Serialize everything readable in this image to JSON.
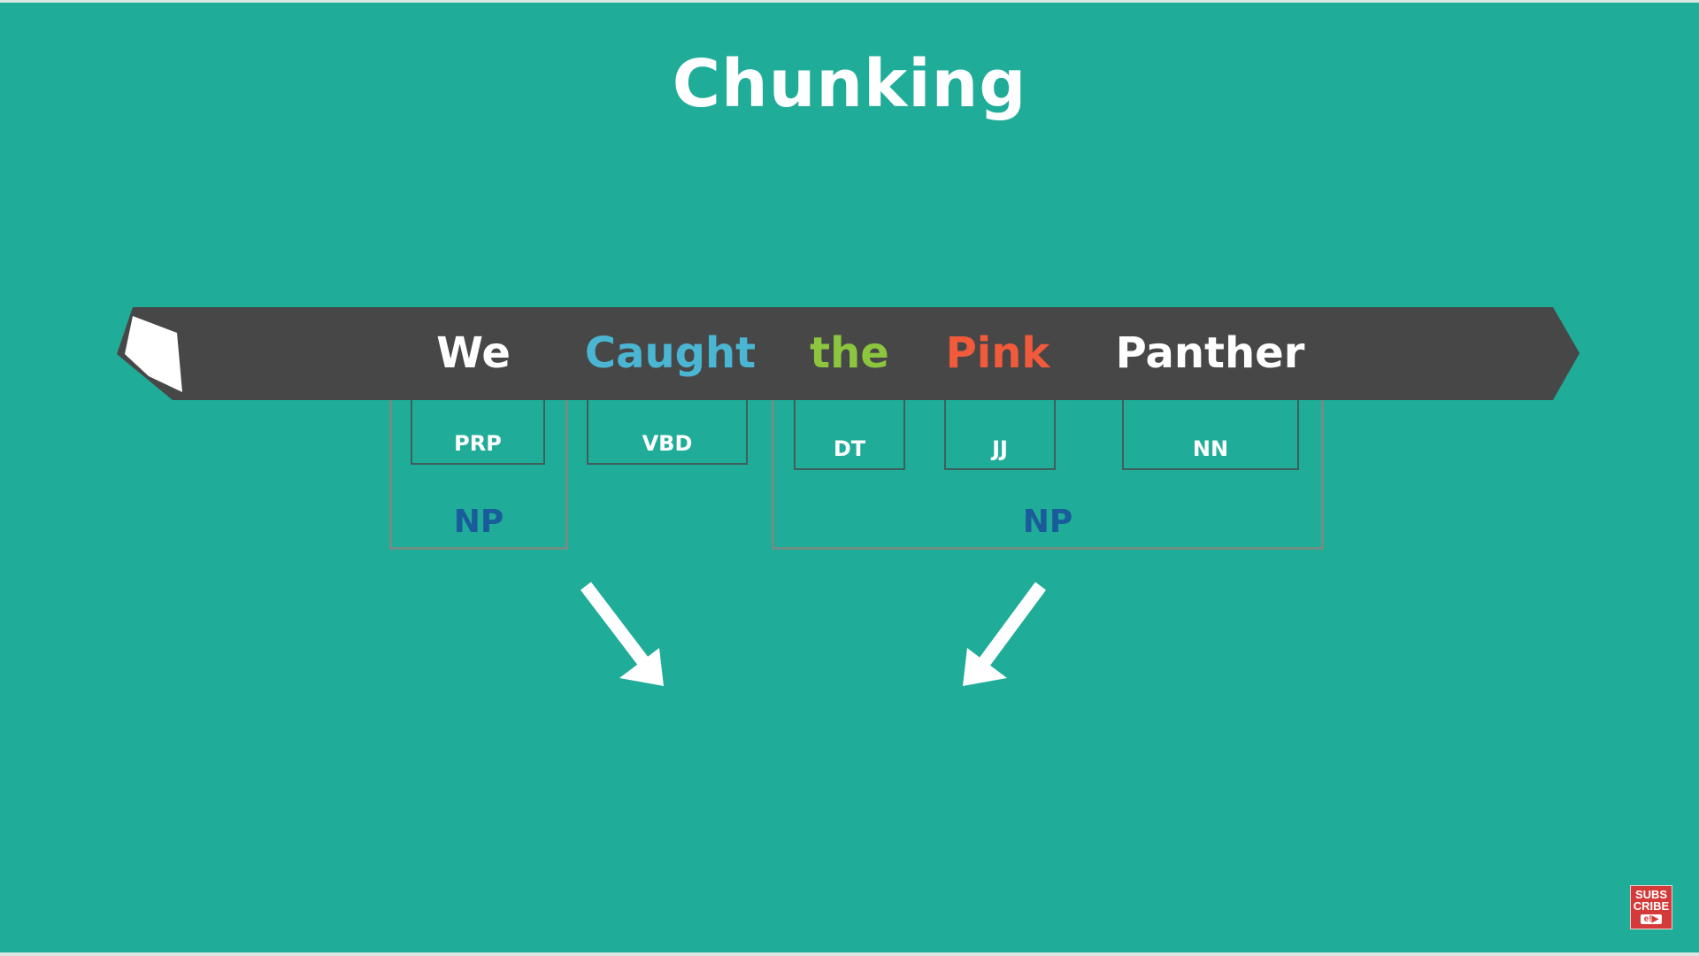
{
  "title": "Chunking",
  "colors": {
    "background": "#1fac99",
    "banner": "#474747",
    "np_label": "#1a5c9b"
  },
  "sentence": {
    "words": [
      {
        "text": "We",
        "color": "#ffffff"
      },
      {
        "text": "Caught",
        "color": "#4ab6d4"
      },
      {
        "text": "the",
        "color": "#8cc63f"
      },
      {
        "text": "Pink",
        "color": "#f15a3a"
      },
      {
        "text": "Panther",
        "color": "#ffffff"
      }
    ]
  },
  "pos_tags": [
    "PRP",
    "VBD",
    "DT",
    "JJ",
    "NN"
  ],
  "chunks": [
    "NP",
    "NP"
  ],
  "arrows": [
    "down-right-arrow-icon",
    "down-left-arrow-icon"
  ],
  "badge": {
    "line1": "SUBS",
    "line2": "CRIBE",
    "icon": "e!▶"
  }
}
